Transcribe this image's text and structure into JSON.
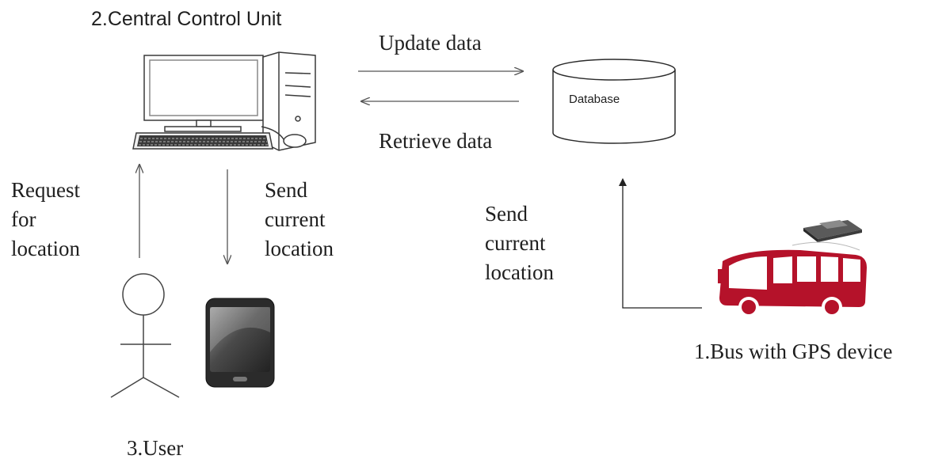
{
  "diagram": {
    "central_unit_title": "2.Central Control Unit",
    "update_label": "Update data",
    "retrieve_label": "Retrieve data",
    "database_label": "Database",
    "request_label": "Request\nfor\nlocation",
    "send_label_user": "Send\ncurrent\nlocation",
    "send_label_bus": "Send\ncurrent\nlocation",
    "bus_title": "1.Bus with GPS device",
    "user_title": "3.User"
  },
  "colors": {
    "bus": "#b5122a",
    "stroke": "#3a3a3a",
    "phone_body": "#2b2b2b"
  }
}
